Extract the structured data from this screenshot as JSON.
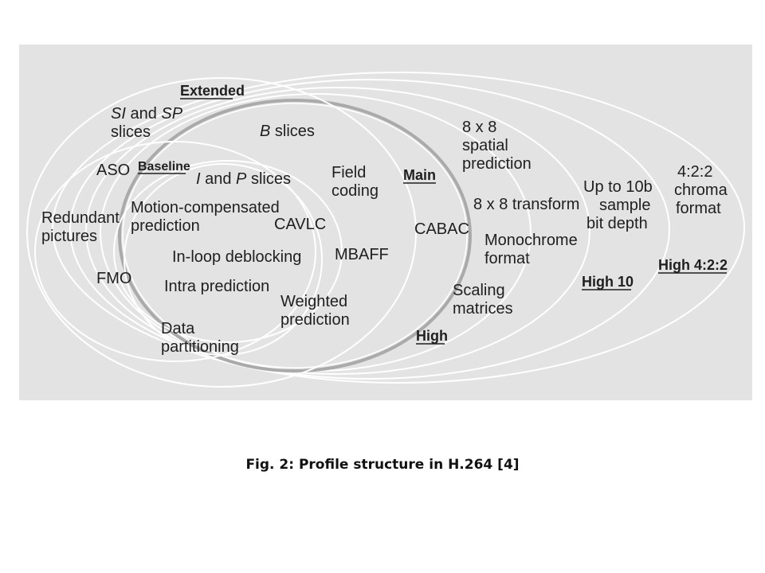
{
  "colors": {
    "panel_background": "#e3e3e3",
    "ellipse_stroke": "#ffffff",
    "main_ellipse_stroke": "#aaaaaa",
    "text": "#1f1f1f"
  },
  "profiles": {
    "extended": "Extended",
    "baseline": "Baseline",
    "main": "Main",
    "high": "High",
    "high10": "High 10",
    "high422": "High 4:2:2"
  },
  "features": {
    "si_sp_slices": {
      "line1_italic_1": "SI",
      "line1_mid": " and ",
      "line1_italic_2": "SP",
      "line2": "slices"
    },
    "b_slices": {
      "italic": "B",
      "rest": " slices"
    },
    "i_p_slices": {
      "italic_1": "I",
      "mid": " and ",
      "italic_2": "P",
      "rest": " slices"
    },
    "aso": "ASO",
    "redundant_pictures": [
      "Redundant",
      "pictures"
    ],
    "fmo": "FMO",
    "motion_compensated_prediction": [
      "Motion-compensated",
      "prediction"
    ],
    "cavlc": "CAVLC",
    "in_loop_deblocking": "In-loop deblocking",
    "intra_prediction": "Intra prediction",
    "field_coding": [
      "Field",
      "coding"
    ],
    "mbaff": "MBAFF",
    "weighted_prediction": [
      "Weighted",
      "prediction"
    ],
    "data_partitioning": [
      "Data",
      "partitioning"
    ],
    "cabac": "CABAC",
    "spatial_prediction_8x8": [
      "8 x 8",
      "spatial",
      "prediction"
    ],
    "transform_8x8": "8 x 8 transform",
    "monochrome_format": [
      "Monochrome",
      "format"
    ],
    "scaling_matrices": [
      "Scaling",
      "matrices"
    ],
    "sample_bit_depth": [
      "Up to 10b",
      "sample",
      "bit depth"
    ],
    "chroma_format_422": [
      "4:2:2",
      "chroma",
      "format"
    ]
  },
  "caption": "Fig. 2: Profile structure in H.264 [4]"
}
